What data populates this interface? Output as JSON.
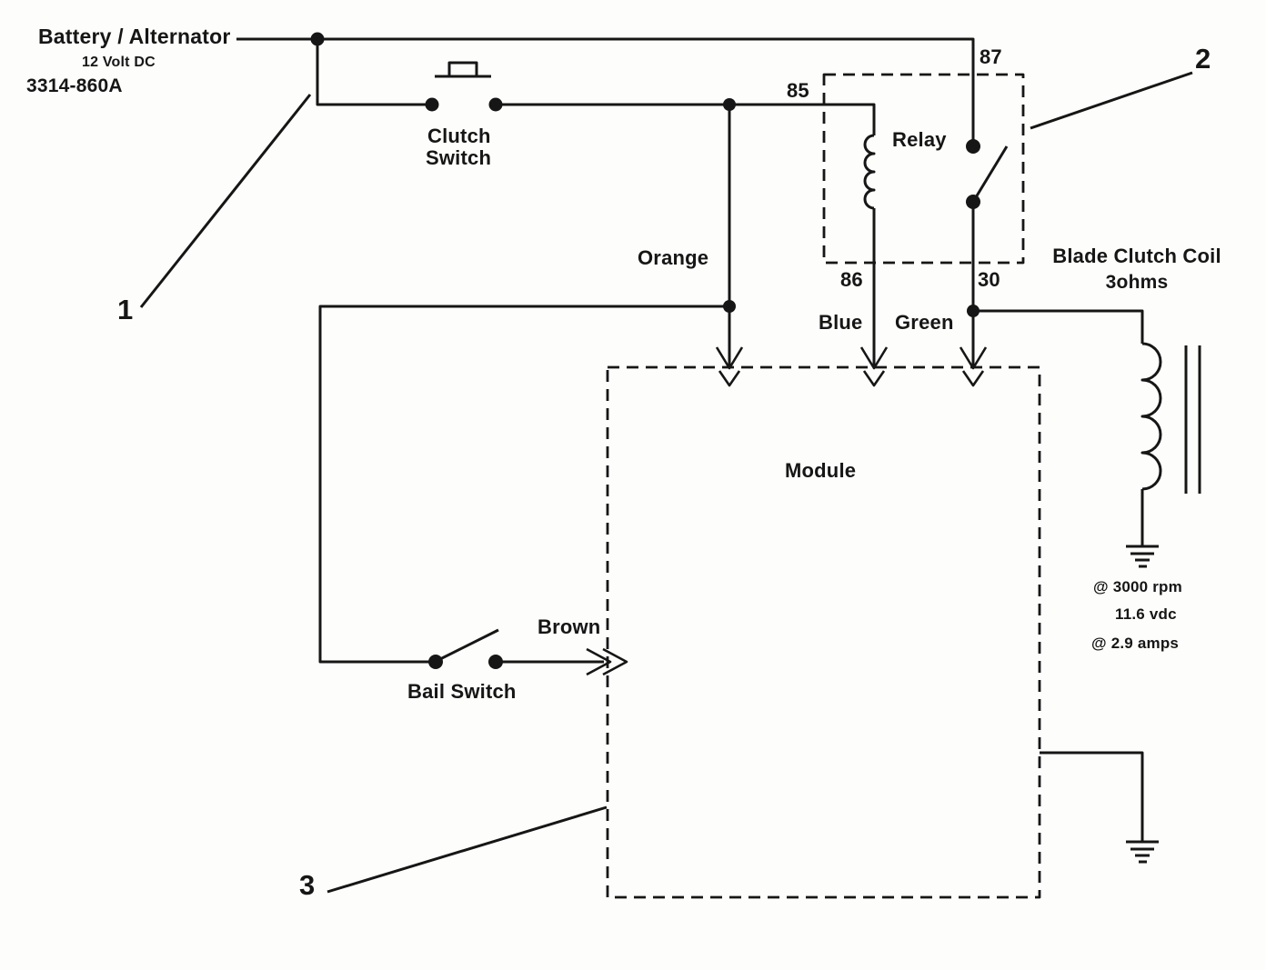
{
  "battery": {
    "name": "Battery / Alternator",
    "voltage": "12 Volt DC",
    "part_number": "3314-860A"
  },
  "clutch_switch": {
    "label_line1": "Clutch",
    "label_line2": "Switch"
  },
  "relay": {
    "label": "Relay",
    "terminal_85": "85",
    "terminal_86": "86",
    "terminal_87": "87",
    "terminal_30": "30"
  },
  "wire_labels": {
    "orange": "Orange",
    "blue": "Blue",
    "green": "Green",
    "brown": "Brown"
  },
  "module": {
    "label": "Module"
  },
  "bail_switch": {
    "label": "Bail Switch"
  },
  "blade_clutch_coil": {
    "name": "Blade Clutch Coil",
    "resistance": "3ohms",
    "specs": [
      "@ 3000 rpm",
      "11.6 vdc",
      "@ 2.9 amps"
    ]
  },
  "callouts": {
    "c1": "1",
    "c2": "2",
    "c3": "3"
  },
  "colors": {
    "ink": "#161616",
    "paper": "#fdfdfb"
  }
}
